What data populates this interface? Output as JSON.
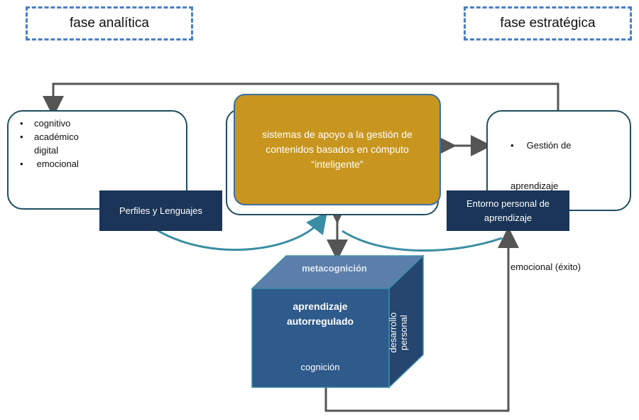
{
  "phases": {
    "left": "fase analítica",
    "right": "fase estratégica"
  },
  "left_box": {
    "items": [
      "cognitivo",
      "académico\ndigital",
      " emocional"
    ]
  },
  "center_box": {
    "lines": [
      "sistemas de apoyo a la gestión de",
      "contenidos  basados en cómputo",
      "“inteligente”"
    ]
  },
  "right_box": {
    "items": [
      "•     Gestión de",
      "aprendizaje",
      "•     Gestión",
      "emocional (éxito)"
    ]
  },
  "tags": {
    "left": "Perfiles y Lenguajes",
    "right_line1": "Entorno personal de",
    "right_line2": "aprendizaje"
  },
  "cube": {
    "top": "metacognición",
    "front_line1": "aprendizaje",
    "front_line2": "autorregulado",
    "front_bottom": "cognición",
    "side_line1": "desarrollo",
    "side_line2": "personal"
  },
  "colors": {
    "dashed_border": "#4a7fc1",
    "box_border": "#1f4e60",
    "center_fill": "#c8961f",
    "navy": "#1a3558",
    "cube_front": "#2e5a8c",
    "cube_top": "#5b7faa",
    "cube_side": "#24466f",
    "curve": "#3a8ea3",
    "arrow": "#555555"
  }
}
